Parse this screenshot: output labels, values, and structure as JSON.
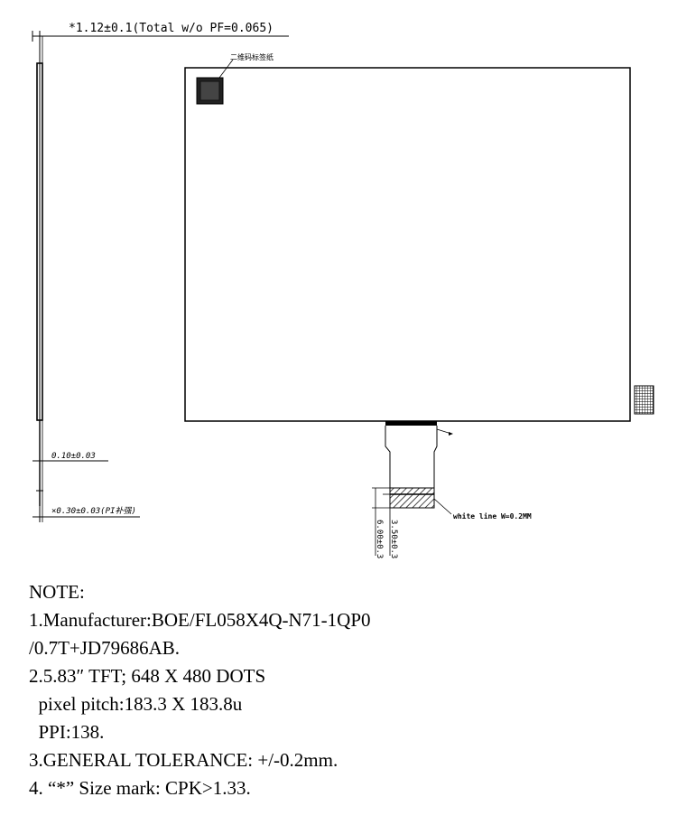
{
  "drawing": {
    "thickness_dim": "*1.12±0.1(Total w/o PF=0.065)",
    "dim_010": "0.10±0.03",
    "dim_030": "×0.30±0.03(PI补强)",
    "label_tag": "二维码标签纸",
    "white_line": "white line W=0.2MM",
    "dim_350": "3.50±0.3",
    "dim_600": "6.00±0.3"
  },
  "notes": {
    "heading": "NOTE:",
    "line1": "1.Manufacturer:BOE/FL058X4Q-N71-1QP0",
    "line1b": "/0.7T+JD79686AB.",
    "line2": "2.5.83″ TFT; 648 X 480 DOTS",
    "line2b": "  pixel pitch:183.3 X 183.8u",
    "line2c": "  PPI:138.",
    "line3": "3.GENERAL TOLERANCE: +/-0.2mm.",
    "line4": "4. “*” Size mark: CPK>1.33."
  }
}
